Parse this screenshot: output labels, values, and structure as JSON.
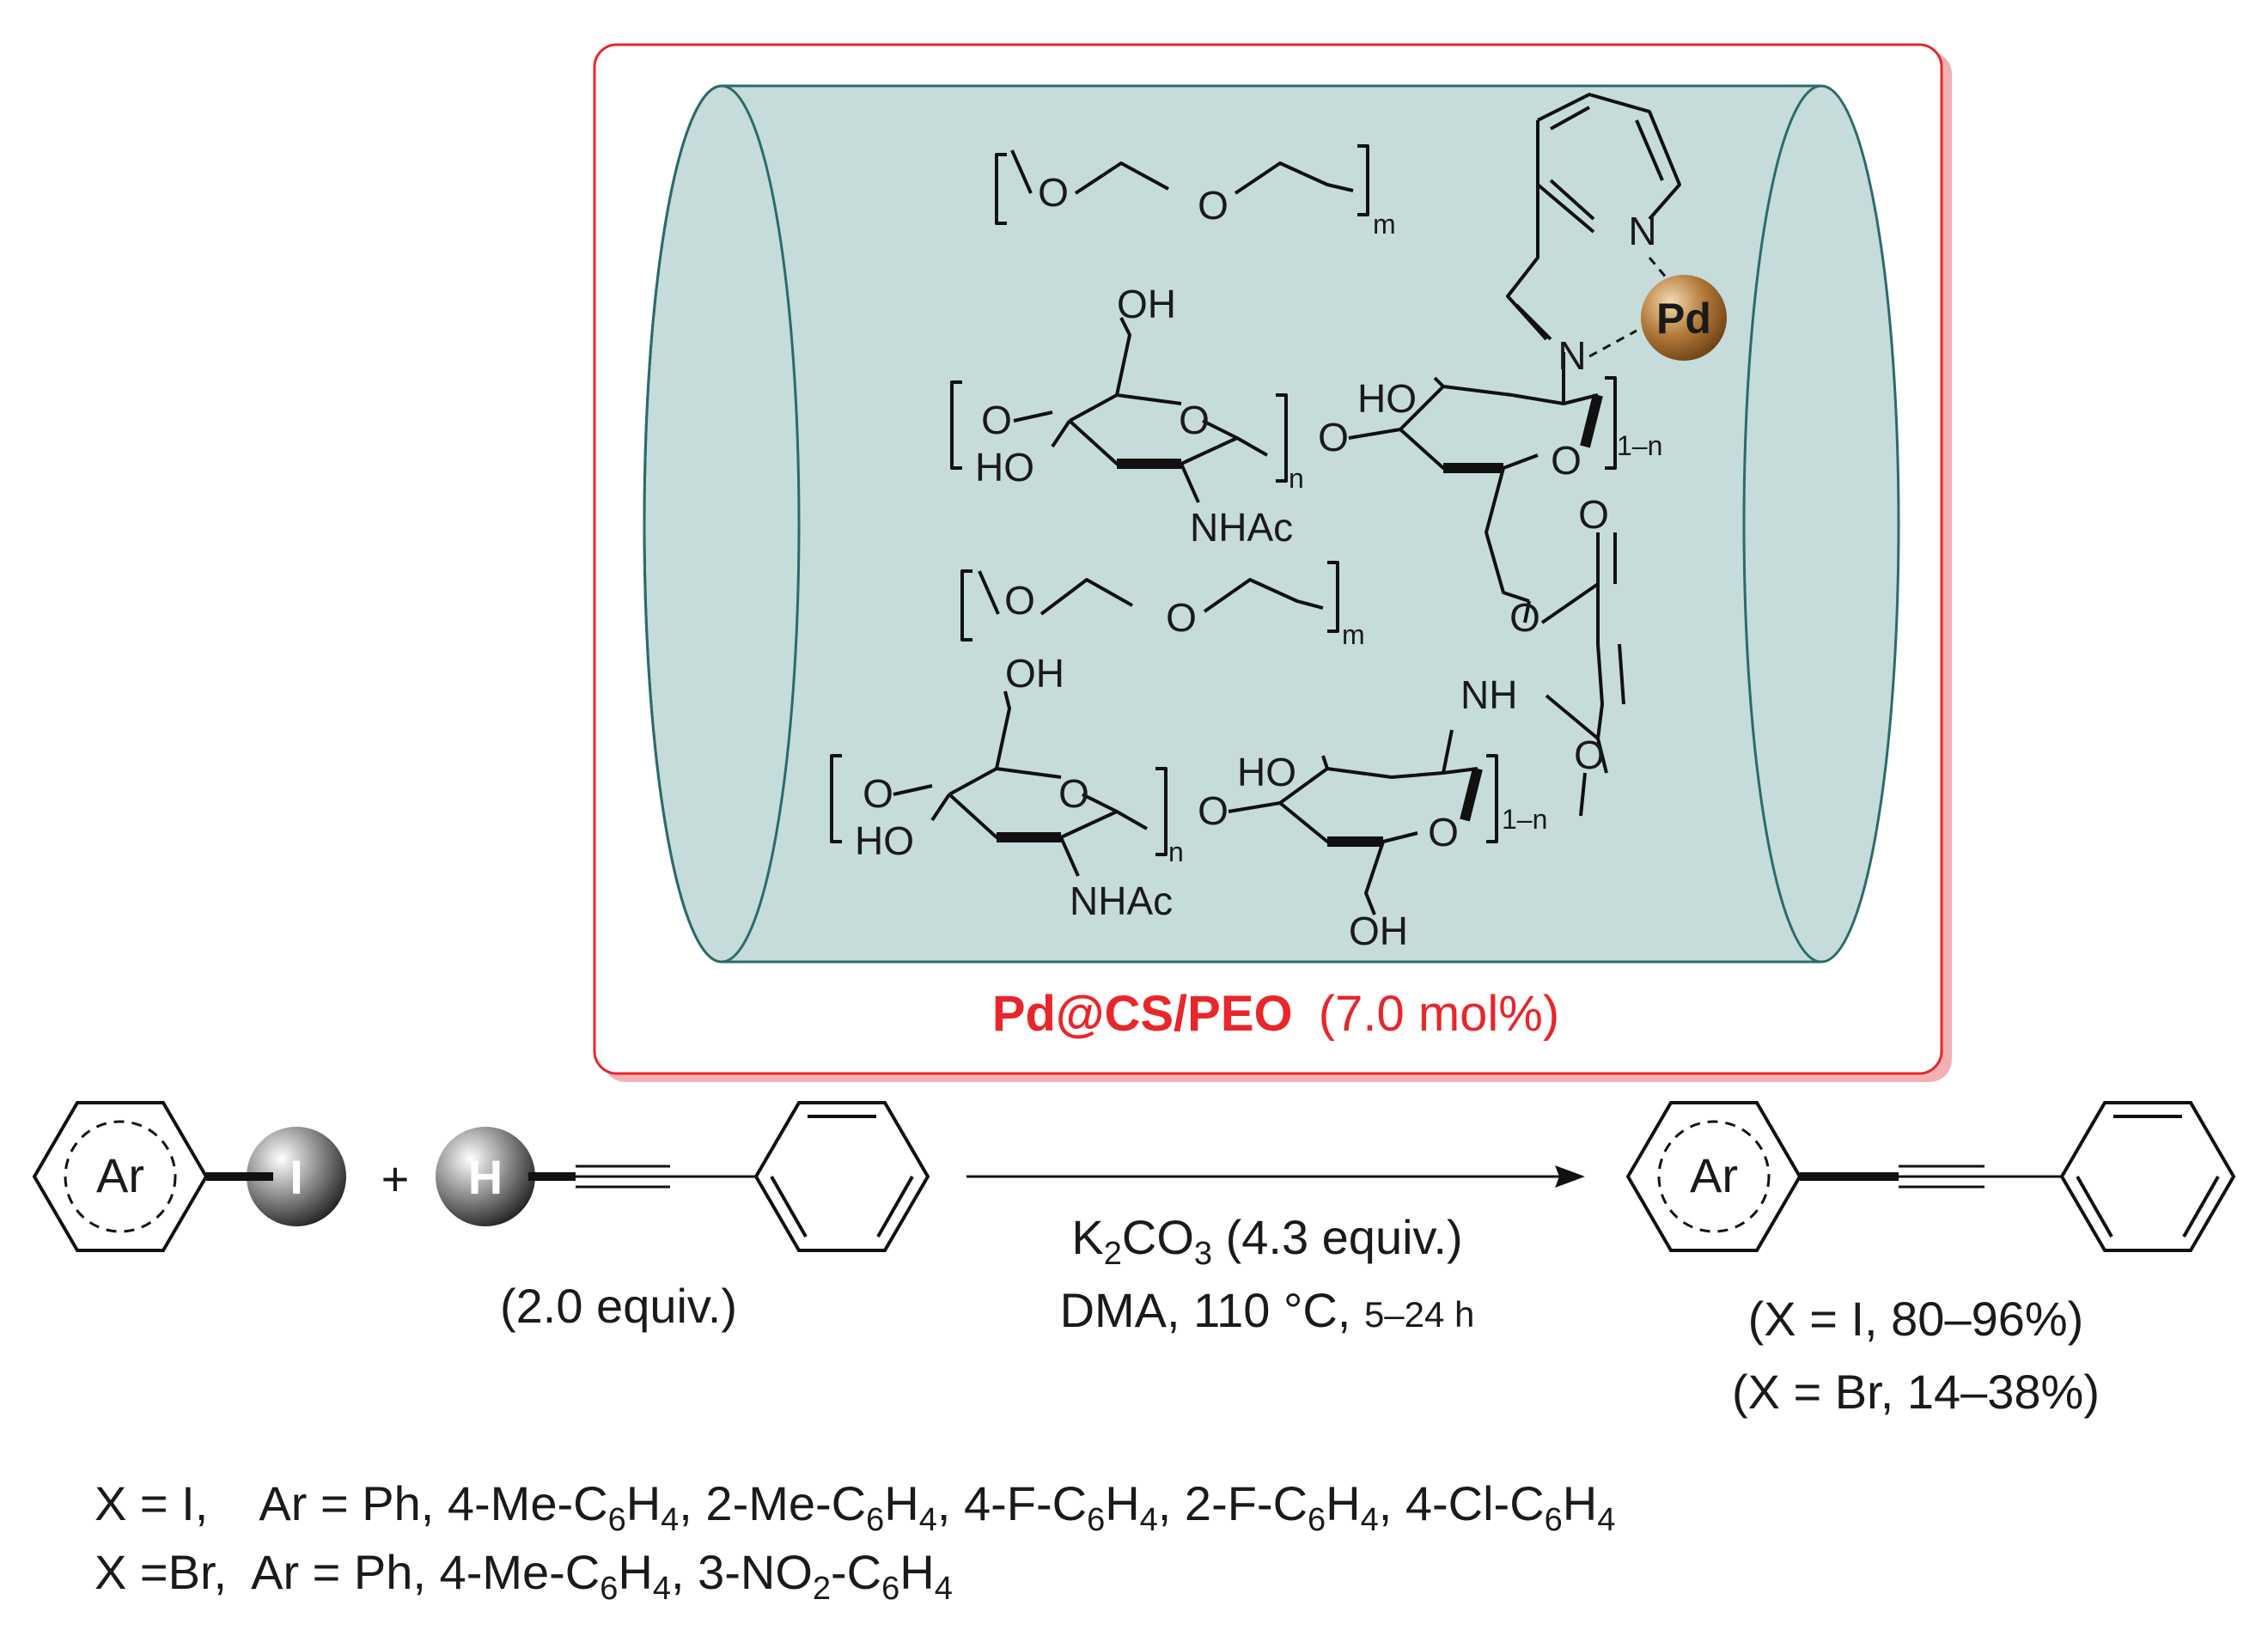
{
  "catalyst": {
    "name": "Pd@CS/PEO",
    "loading": "(7.0 mol%)",
    "metal": "Pd",
    "brand_color": "#e8262b",
    "cylinder_color": "#c5dcda"
  },
  "peo_unit": {
    "oxygen": "O",
    "repeat": "m"
  },
  "chitosan": {
    "oh": "OH",
    "ho": "HO",
    "oxygen": "O",
    "nhac": "NHAc",
    "nh": "NH",
    "n_label": "n",
    "one_minus_n": "1–n",
    "nitrogen": "N"
  },
  "reaction": {
    "ar_label": "Ar",
    "halide_label": "I",
    "hydrogen_label": "H",
    "plus": "+",
    "alkyne_equiv": "(2.0 equiv.)",
    "base": "K",
    "base_sub1": "2",
    "base_mid": "CO",
    "base_sub2": "3",
    "base_equiv": " (4.3 equiv.)",
    "solvent": "DMA, 110 °C, ",
    "time": "5–24 h",
    "yield_iodide": "(X = I, 80–96%)",
    "yield_bromide": "(X = Br, 14–38%)"
  },
  "scope": {
    "iodide_prefix": "X = I,    Ar = Ph, ",
    "iodide_items": [
      "4-Me-C",
      "2-Me-C",
      "4-F-C",
      "2-F-C",
      "4-Cl-C"
    ],
    "bromide_prefix": "X =Br,  Ar = Ph, 4-Me-C",
    "bromide_mid": "3-NO",
    "bromide_end": "-C",
    "sub_6": "6",
    "sub_4": "4",
    "sub_2": "2",
    "sep": ", "
  }
}
